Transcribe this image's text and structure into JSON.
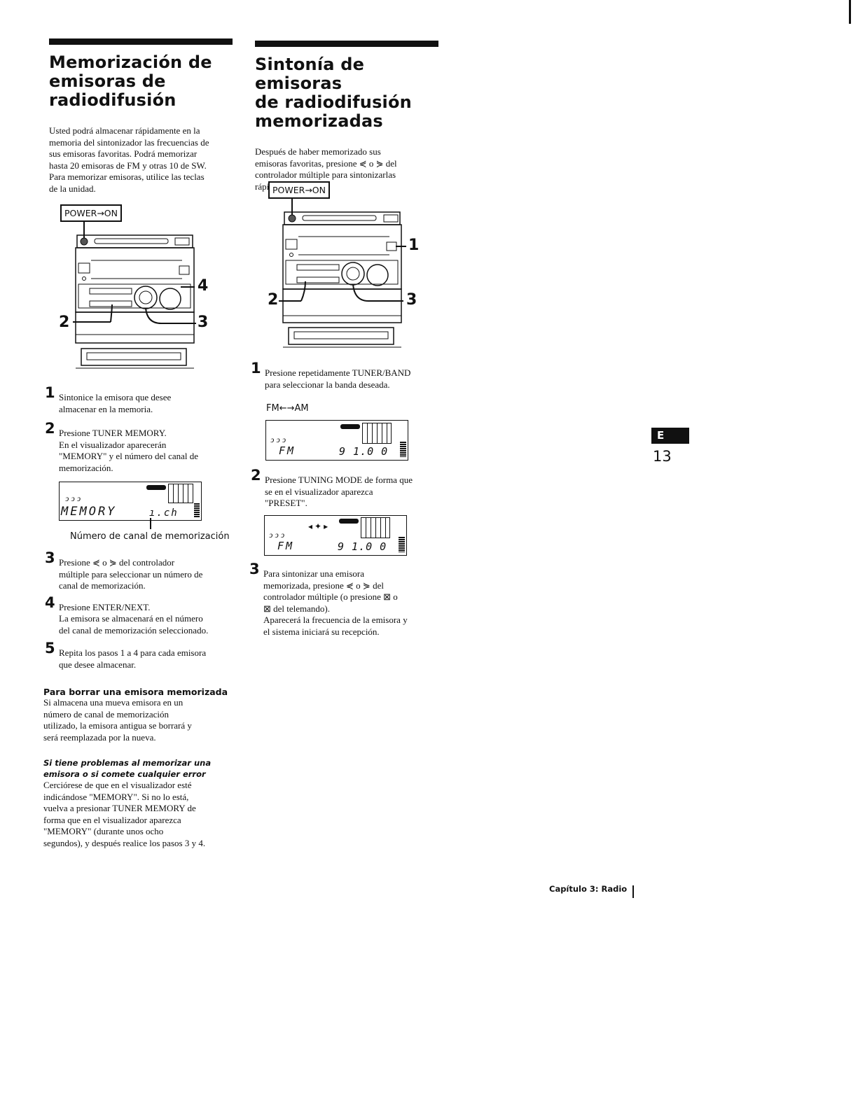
{
  "left": {
    "title_lines": [
      "Memorización de",
      "emisoras de",
      "radiodifusión"
    ],
    "intro_lines": [
      "Usted podrá almacenar rápidamente en la",
      "memoria del sintonizador las frecuencias de",
      "sus emisoras favoritas.  Podrá memorizar",
      "hasta 20 emisoras de FM y otras 10 de SW.",
      "Para memorizar emisoras, utilice las teclas",
      "de la unidad."
    ],
    "power_label": "POWER→ON",
    "callouts": [
      "4",
      "2",
      "3"
    ],
    "steps": [
      {
        "num": "1",
        "lines": [
          "Sintonice la emisora que desee",
          "almacenar en la memoria."
        ]
      },
      {
        "num": "2",
        "lines": [
          "Presione TUNER MEMORY.",
          "En el visualizador aparecerán",
          "\"MEMORY\" y el número del canal de",
          "memorización."
        ]
      },
      {
        "num": "3",
        "lines": [
          "Presione  ⋞  o  ⋟  del controlador",
          "múltiple para seleccionar un número de",
          "canal de memorización."
        ]
      },
      {
        "num": "4",
        "lines": [
          "Presione ENTER/NEXT.",
          "La emisora se almacenará en el número",
          "del canal de memorización seleccionado."
        ]
      },
      {
        "num": "5",
        "lines": [
          "Repita los pasos 1 a 4 para cada emisora",
          "que desee almacenar."
        ]
      }
    ],
    "lcd_memory_text": "MEMORY",
    "lcd_ch_text": "ı.ch",
    "lcd_caption": "Número de canal de memorización",
    "erase_heading": "Para borrar una emisora memorizada",
    "erase_lines": [
      "Si almacena una mueva emisora en un",
      "número de canal de memorización",
      "utilizado, la emisora antigua se borrará y",
      "será reemplazada por la nueva."
    ],
    "trouble_heading_lines": [
      "Si tiene problemas al memorizar una",
      "emisora o si comete cualquier error"
    ],
    "trouble_lines": [
      "Cerciórese de que en el visualizador esté",
      "indicándose \"MEMORY\".  Si no lo está,",
      "vuelva a presionar TUNER MEMORY de",
      "forma que en el visualizador aparezca",
      "\"MEMORY\" (durante unos ocho",
      "segundos), y después realice los pasos 3 y 4."
    ]
  },
  "right": {
    "title_lines": [
      "Sintonía de emisoras",
      "de radiodifusión",
      "memorizadas"
    ],
    "intro_lines": [
      "Después de haber memorizado sus",
      "emisoras favoritas, presione  ⋞  o  ⋟  del",
      "controlador múltiple para sintonizarlas",
      "rápidamente."
    ],
    "power_label": "POWER→ON",
    "callouts": [
      "1",
      "2",
      "3"
    ],
    "steps": [
      {
        "num": "1",
        "lines": [
          "Presione repetidamente TUNER/BAND",
          "para seleccionar la banda deseada."
        ]
      },
      {
        "num": "2",
        "lines": [
          "Presione TUNING MODE de forma que",
          "se en el visualizador aparezca",
          "\"PRESET\"."
        ]
      },
      {
        "num": "3",
        "lines": [
          "Para sintonizar una emisora",
          "memorizada, presione  ⋞  o  ⋟  del",
          "controlador múltiple (o presione  ⊠  o",
          "⊠  del telemando).",
          "Aparecerá la frecuencia de la emisora y",
          "el sistema iniciará su recepción."
        ]
      }
    ],
    "band_sequence": "FM←→AM",
    "lcd_band_text": "FM",
    "lcd_freq_text": "9 1.0 0",
    "lcd2_band_text": "FM",
    "lcd2_freq_text": "9 1.0 0"
  },
  "tab": {
    "letter": "E",
    "page_number": "13"
  },
  "footer": {
    "chapter": "Capítulo 3: Radio"
  }
}
